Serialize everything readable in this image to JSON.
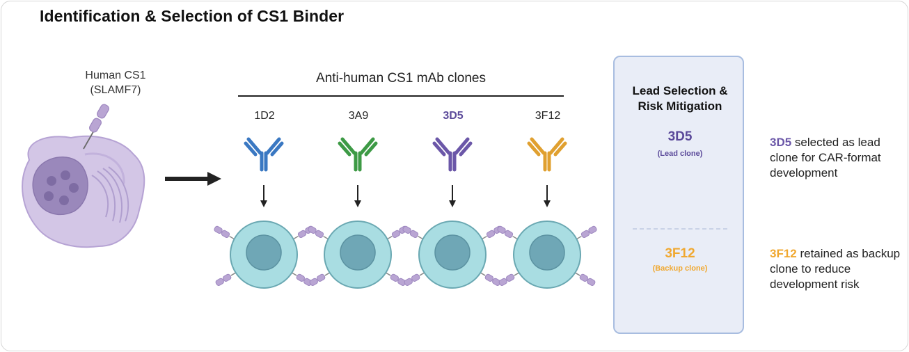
{
  "title": "Identification & Selection of CS1 Binder",
  "cell": {
    "label_line1": "Human CS1",
    "label_line2": "(SLAMF7)"
  },
  "clones": {
    "header": "Anti-human CS1 mAb clones",
    "items": [
      {
        "name": "1D2",
        "color": "#3a78c2",
        "highlight": false
      },
      {
        "name": "3A9",
        "color": "#3d9a45",
        "highlight": false
      },
      {
        "name": "3D5",
        "color": "#6b57a8",
        "highlight": true
      },
      {
        "name": "3F12",
        "color": "#e0a030",
        "highlight": false
      }
    ]
  },
  "lead_panel": {
    "title_line1": "Lead Selection &",
    "title_line2": "Risk Mitigation",
    "lead": {
      "name": "3D5",
      "sub": "(Lead clone)",
      "color": "#6b57a8"
    },
    "backup": {
      "name": "3F12",
      "sub": "(Backup clone)",
      "color": "#f0a830"
    }
  },
  "notes": {
    "lead_clone": "3D5",
    "lead_text": " selected as lead clone for CAR-format development",
    "backup_clone": "3F12",
    "backup_text": " retained as backup clone to reduce development risk"
  },
  "colors": {
    "cell_body": "#a9dde2",
    "cell_nucleus": "#6fa7b6",
    "receptor": "#b9a5d3",
    "tumor_cell": "#d3c6e6",
    "tumor_nucleus": "#9a88bb"
  }
}
